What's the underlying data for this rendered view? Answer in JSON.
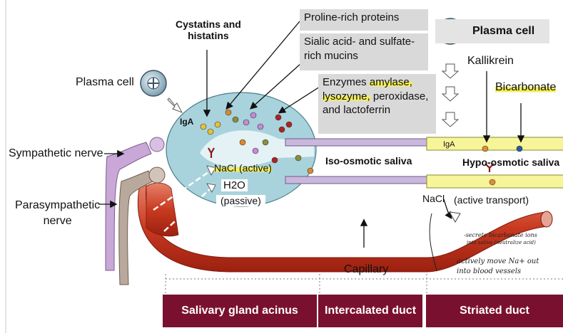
{
  "labels": {
    "cystatins": "Cystatins and\nhistatins",
    "plasma_cell_left": "Plasma cell",
    "plasma_cell_right": "Plasma cell",
    "iga_acinus": "IgA",
    "nacl_active": "NaCl (active)",
    "h2o": "H2O",
    "passive": "(passive)",
    "sympathetic": "Sympathetic nerve",
    "parasympathetic": "Parasympathetic\nnerve",
    "iso_osmotic": "Iso-osmotic saliva",
    "hypo_osmotic": "Hypo-osmotic saliva",
    "iga_duct": "IgA",
    "kallikrein": "Kallikrein",
    "bicarbonate": "Bicarbonate",
    "nacl_transport": "NaCl",
    "active_transport": "(active transport)",
    "capillary": "Capillary"
  },
  "boxes": {
    "proline": "Proline-rich proteins",
    "sialic_line1": "Sialic acid- and sulfate-",
    "sialic_line2": "rich mucins",
    "enzymes_1": "Enzymes",
    "enzymes_2": "amylase,",
    "enzymes_3": "lysozyme,",
    "enzymes_4": "peroxidase,",
    "enzymes_5": "and lactoferrin"
  },
  "footer": {
    "acinus": "Salivary gland acinus",
    "intercalated": "Intercalated duct",
    "striated": "Striated duct"
  },
  "handwritten": {
    "line1": "-secrete bicarbonate ions",
    "line2": "into saliva (neutralize acid)",
    "line3": "actively move Na+ out",
    "line4": "into blood vessels"
  },
  "colors": {
    "acinus_fill": "#a9d3dc",
    "duct_fill": "#f6f59a",
    "capillary": "#c0301e",
    "sympathetic_nerve": "#c9a8d8",
    "parasympathetic_nerve": "#b9a89c",
    "footer_tab": "#7a1030",
    "highlight": "#f3ee5a",
    "box_fill": "#d9d9d9"
  }
}
